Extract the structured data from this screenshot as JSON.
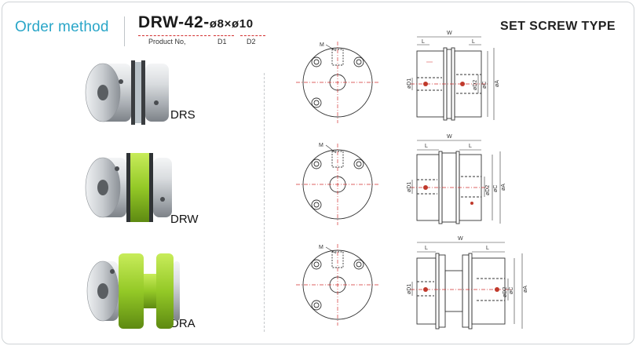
{
  "header": {
    "order_title": "Order method",
    "code_model": "DRW-42-",
    "code_d1": "ø8",
    "code_x": "×",
    "code_d2": "ø10",
    "caption_product": "Product No,",
    "caption_d1": "D1",
    "caption_d2": "D2",
    "type_title": "SET SCREW TYPE"
  },
  "models": [
    {
      "name": "DRS",
      "disc_color": "#b9c2c8"
    },
    {
      "name": "DRW",
      "disc_color": "#9bcf2c"
    },
    {
      "name": "DRA",
      "disc_color": "#8fc73a"
    }
  ],
  "drawing_labels": {
    "m": "M",
    "w": "W",
    "l": "L",
    "d1": "øD1",
    "d2": "øD2",
    "c": "øC",
    "a": "øA"
  }
}
